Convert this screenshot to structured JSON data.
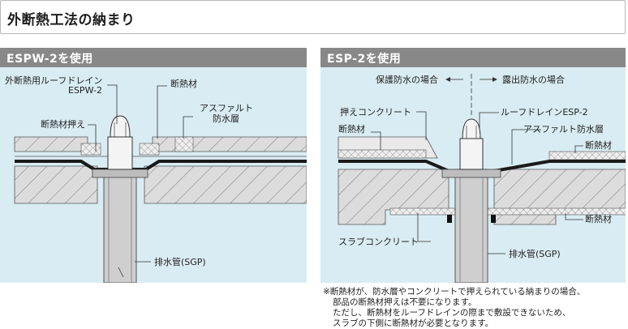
{
  "page": {
    "title": "外断熱工法の納まり"
  },
  "left_panel": {
    "heading": "ESPW-2を使用",
    "labels": {
      "drain_name": "外断熱用ルーフドレイン",
      "drain_model": "ESPW-2",
      "insulation": "断熱材",
      "asphalt_1": "アスファルト",
      "asphalt_2": "防水層",
      "insulation_holder": "断熱材押え",
      "drain_pipe": "排水管(SGP)"
    }
  },
  "right_panel": {
    "heading": "ESP-2を使用",
    "labels": {
      "protected": "保護防水の場合",
      "exposed": "露出防水の場合",
      "press_concrete": "押えコンクリート",
      "drain": "ルーフドレインESP-2",
      "insulation_left": "断熱材",
      "asphalt": "アスファルト防水層",
      "insulation_right": "断熱材",
      "insulation_bottom": "断熱材",
      "slab": "スラブコンクリート",
      "drain_pipe": "排水管(SGP)"
    }
  },
  "notes": [
    "※断熱材が、防水層やコンクリートで押えられている納まりの場合、",
    "部品の断熱材押えは不要になります。",
    "ただし、断熱材をルーフドレインの際まで敷設できないため、",
    "スラブの下側に断熱材が必要となります。"
  ],
  "colors": {
    "panel_bg": "#d9ecf3",
    "panel_header": "#888888",
    "concrete": "#dcdcdc",
    "insulation": "#eeeeee",
    "waterproof": "#1a1a1a"
  }
}
